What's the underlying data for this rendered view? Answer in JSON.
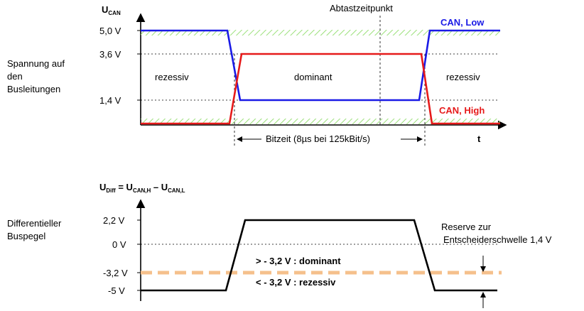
{
  "top": {
    "axis_symbol": "U",
    "axis_sub": "CAN",
    "t_label": "t",
    "sample_point": "Abtastzeitpunkt",
    "y_ticks": [
      "5,0 V",
      "3,6 V",
      "1,4 V"
    ],
    "side_label": [
      "Spannung auf",
      "den",
      "Busleitungen"
    ],
    "state_recessive_left": "rezessiv",
    "state_dominant": "dominant",
    "state_recessive_right": "rezessiv",
    "can_low": "CAN, Low",
    "can_high": "CAN, High",
    "bit_time": "Bitzeit (8µs bei 125kBit/s)"
  },
  "bottom": {
    "axis_symbol": "U",
    "axis_sub": "Diff",
    "eq_rest": " = U",
    "eq_sub1": "CAN,H",
    "eq_minus": " – U",
    "eq_sub2": "CAN,L",
    "y_ticks": [
      "2,2 V",
      "0 V",
      "-3,2 V",
      "-5 V"
    ],
    "side_label": [
      "Differentieller",
      "Buspegel"
    ],
    "dominant_rule": "> - 3,2 V  : dominant",
    "recessive_rule": "< - 3,2 V  : rezessiv",
    "reserve": [
      "Reserve zur",
      "Entscheiderschwelle 1,4 V"
    ]
  },
  "colors": {
    "can_low": "#1a1ae6",
    "can_high": "#e61a1a",
    "diff_line": "#000000",
    "threshold": "#f5c08c",
    "tolerance": "#9be07a"
  }
}
